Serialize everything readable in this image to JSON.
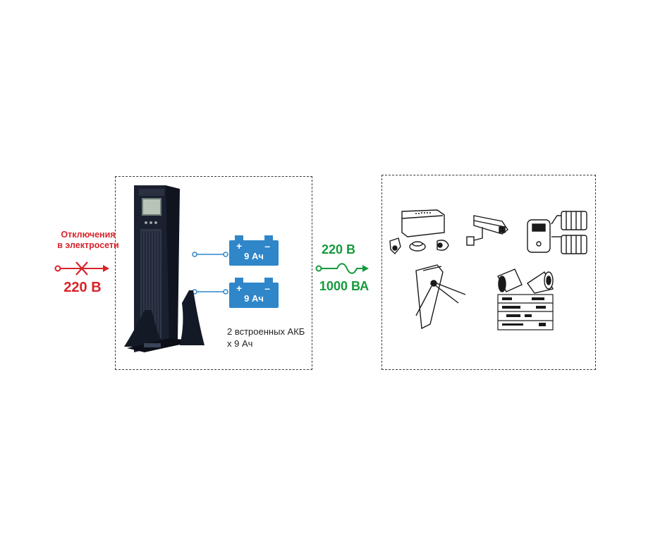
{
  "input": {
    "outage_label_line1": "Отключения",
    "outage_label_line2": "в электросети",
    "voltage": "220 В"
  },
  "batteries": [
    {
      "plus": "+",
      "minus": "–",
      "capacity": "9 Ач"
    },
    {
      "plus": "+",
      "minus": "–",
      "capacity": "9 Ач"
    }
  ],
  "battery_caption_line1": "2 встроенных АКБ",
  "battery_caption_line2": "х 9 Ач",
  "output": {
    "voltage": "220 В",
    "power": "1000 ВА"
  },
  "colors": {
    "input_accent": "#d8232a",
    "output_accent": "#159a3c",
    "battery": "#2f86c9",
    "ups_body": "#1b2030"
  },
  "loads": [
    "security-panel-icon",
    "detectors-icon",
    "cctv-camera-icon",
    "gas-boiler-icon",
    "turnstile-icon",
    "loudspeakers-icon",
    "rack-equipment-icon"
  ]
}
